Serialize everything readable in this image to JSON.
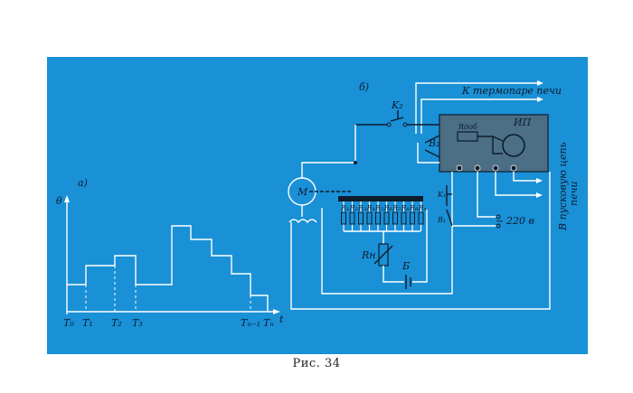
{
  "caption": "Рис. 34",
  "part_a": {
    "label": "а)",
    "y_axis": "θ",
    "x_axis": "t",
    "ticks": [
      "T₀",
      "T₁",
      "T₂",
      "T₃",
      "Tₙ₋₁",
      "Tₙ"
    ]
  },
  "part_b": {
    "label": "б)",
    "thermocouple_label": "К термопаре печи",
    "start_circuit_label_1": "В пусковую цепь",
    "start_circuit_label_2": "печи",
    "voltage_label": "220 в",
    "ip_label": "ИП",
    "radd_label": "Rдоб",
    "motor_label": "М",
    "rn_label": "Rн",
    "battery_label": "Б",
    "k1_label": "K₁",
    "k2_label": "K₂",
    "b1_label": "B₁",
    "b2_label": "B₂",
    "resistors": [
      "R₁",
      "R₂",
      "R₃",
      "R₄",
      "R₅",
      "R₆",
      "R₇",
      "R₈",
      "R₉",
      "Rₙ"
    ]
  }
}
